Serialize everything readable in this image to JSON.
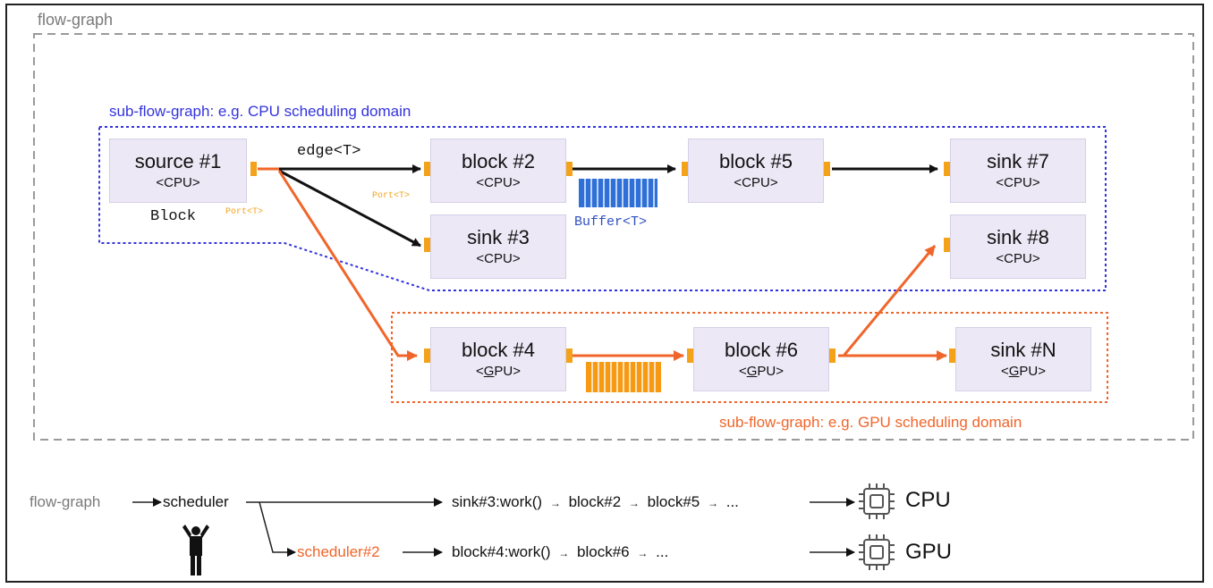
{
  "graph": {
    "title": "flow-graph",
    "cpu_domain_label": "sub-flow-graph: e.g. CPU scheduling domain",
    "gpu_domain_label": "sub-flow-graph: e.g. GPU scheduling domain",
    "edge_label": "edge<T>",
    "block_label": "Block",
    "port_label_1": "Port<T>",
    "port_label_2": "Port<T>",
    "buffer_label": "Buffer<T>",
    "blocks": {
      "source1": {
        "name": "source #1",
        "proc": "<CPU>"
      },
      "block2": {
        "name": "block #2",
        "proc": "<CPU>"
      },
      "sink3": {
        "name": "sink #3",
        "proc": "<CPU>"
      },
      "block5": {
        "name": "block #5",
        "proc": "<CPU>"
      },
      "sink7": {
        "name": "sink #7",
        "proc": "<CPU>"
      },
      "sink8": {
        "name": "sink #8",
        "proc": "<CPU>"
      },
      "block4": {
        "name": "block #4",
        "proc_pre": "<",
        "proc_u": "G",
        "proc_post": "PU>"
      },
      "block6": {
        "name": "block #6",
        "proc_pre": "<",
        "proc_u": "G",
        "proc_post": "PU>"
      },
      "sinkN": {
        "name": "sink #N",
        "proc_pre": "<",
        "proc_u": "G",
        "proc_post": "PU>"
      }
    }
  },
  "scheduler": {
    "flow_graph": "flow-graph",
    "scheduler": "scheduler",
    "scheduler2": "scheduler#2",
    "cpu_chain": {
      "s1": "sink#3:work()",
      "a1": "→",
      "s2": "block#2",
      "a2": "→",
      "s3": "block#5",
      "a3": "→",
      "s4": "..."
    },
    "gpu_chain": {
      "s1": "block#4:work()",
      "a1": "→",
      "s2": "block#6",
      "a2": "→",
      "s3": "..."
    },
    "cpu_target": "CPU",
    "gpu_target": "GPU"
  },
  "colors": {
    "cpu_domain": "#3333dd",
    "gpu_domain": "#f0652a",
    "port": "#f3a21a",
    "cpu_buffer": "#2e6fd8",
    "gpu_buffer": "#f59a12",
    "block_fill": "#ece8f6"
  }
}
